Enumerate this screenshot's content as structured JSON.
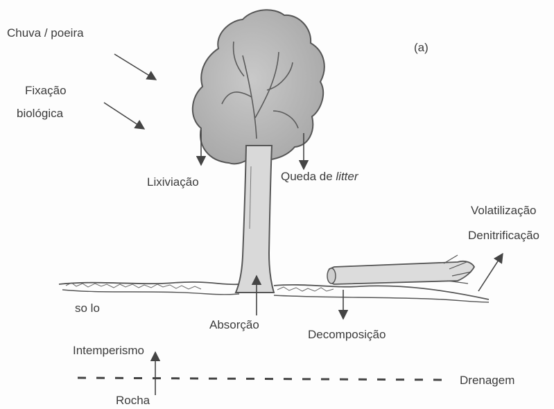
{
  "panel_label": "(a)",
  "inputs": {
    "rain_dust": "Chuva / poeira",
    "fixation_line1": "Fixação",
    "fixation_line2": "biológica"
  },
  "tree_fluxes": {
    "leaching": "Lixiviação",
    "litter_prefix": "Queda de ",
    "litter_italic": "litter"
  },
  "gas_losses": {
    "volatilization": "Volatilização",
    "denitrification": "Denitrificação"
  },
  "soil": {
    "label": "so lo",
    "absorption": "Absorção",
    "decomposition": "Decomposição"
  },
  "bedrock": {
    "weathering": "Intemperismo",
    "rock": "Rocha",
    "drainage": "Drenagem"
  }
}
